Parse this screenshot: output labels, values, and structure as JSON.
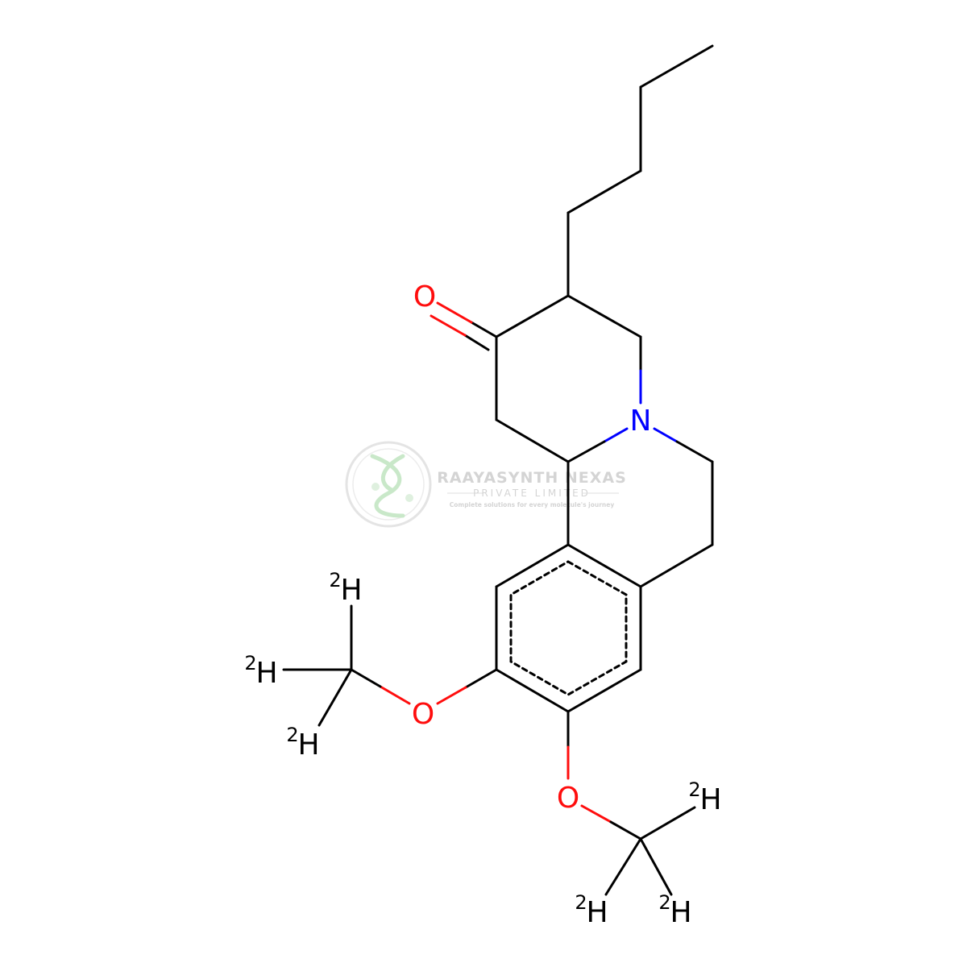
{
  "colors": {
    "carbon": "#000000",
    "oxygen": "#ff0d0d",
    "nitrogen": "#0000ff",
    "watermark_text": "#d4d4d4",
    "watermark_circle": "#e4e4e4",
    "watermark_helix": "#c9e8c9"
  },
  "atoms": {
    "ketone_oxygen": "O",
    "methoxy_oxygen_upper": "O",
    "methoxy_oxygen_lower": "O",
    "ring_nitrogen": "N",
    "deuterium_1": "H",
    "deuterium_2": "H",
    "deuterium_3": "H",
    "deuterium_4": "H",
    "deuterium_5": "H",
    "deuterium_6": "H",
    "isotope_mass": "2"
  },
  "watermark": {
    "company": "RAAYASYNTH NEXAS",
    "subtitle": "PRIVATE LIMITED",
    "tagline": "Complete solutions for every molecule's journey",
    "logo_icon": "dna-helix-icon"
  }
}
